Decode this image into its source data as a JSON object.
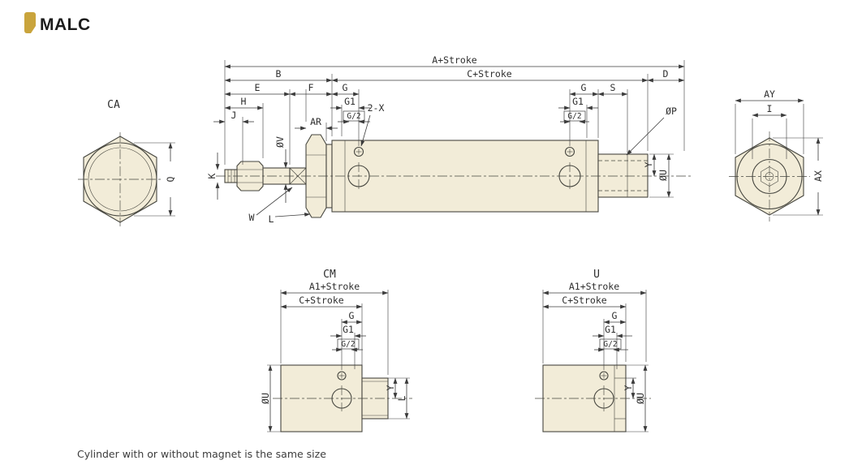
{
  "header": {
    "title": "MALC"
  },
  "footer": {
    "note": "Cylinder with or without magnet is the same size"
  },
  "views": {
    "ca": {
      "title": "CA"
    },
    "cm": {
      "title": "CM"
    },
    "u": {
      "title": "U"
    }
  },
  "labels": {
    "a_stroke": "A+Stroke",
    "a1_stroke": "A1+Stroke",
    "b": "B",
    "c_stroke": "C+Stroke",
    "d": "D",
    "e": "E",
    "f": "F",
    "g": "G",
    "g1": "G1",
    "g_half": "G/2",
    "s": "S",
    "h": "H",
    "j": "J",
    "ar": "AR",
    "two_x": "2-X",
    "dia_p": "ØP",
    "dia_v": "ØV",
    "k": "K",
    "w": "W",
    "l": "L",
    "y": "Y",
    "dia_u": "ØU",
    "q": "Q",
    "ay": "AY",
    "i": "I",
    "ax": "AX"
  },
  "colors": {
    "bg": "#ffffff",
    "part_fill": "#f2ecd8",
    "line": "#46463f",
    "dim": "#3b3b3b",
    "text": "#2e2e2e",
    "accent": "#c9a43c"
  }
}
